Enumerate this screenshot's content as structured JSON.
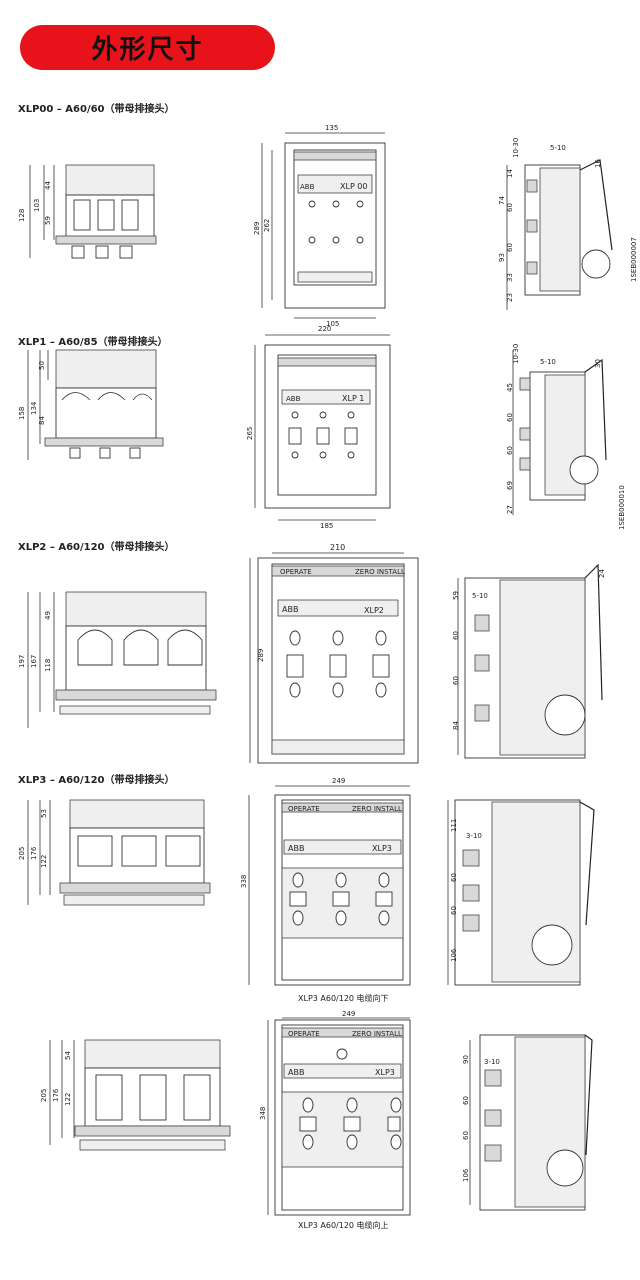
{
  "banner": {
    "title": "外形尺寸"
  },
  "sections": [
    {
      "title": "XLP00 – A60/60（带母排接头）",
      "front_label": "XLP 00",
      "dims": {
        "width_top": "135",
        "width_bottom": "105",
        "h_outer": "289",
        "h_inner": "262",
        "side_total": "128",
        "side_a": "103",
        "side_b": "44",
        "side_c": "59",
        "r_a": "10-30",
        "r_b": "5-10",
        "r_c": "16",
        "r_d": "14",
        "r_e": "74",
        "r_f": "60",
        "r_g": "60",
        "r_h": "93",
        "r_i": "33",
        "r_j": "23"
      },
      "code": "1SEB000007"
    },
    {
      "title": "XLP1 – A60/85（带母排接头）",
      "front_label": "XLP 1",
      "dims": {
        "width_top": "220",
        "width_bottom": "185",
        "h_outer": "265",
        "side_total": "158",
        "side_a": "134",
        "side_b": "50",
        "side_c": "84",
        "r_a": "10-30",
        "r_b": "5-10",
        "r_c": "30",
        "r_d": "45",
        "r_e": "60",
        "r_f": "60",
        "r_g": "69",
        "r_h": "27"
      },
      "code": "1SEB000010"
    },
    {
      "title": "XLP2 – A60/120（带母排接头）",
      "front_label": "XLP2",
      "dims": {
        "width_top": "210",
        "h_outer": "289",
        "side_total": "197",
        "side_a": "167",
        "side_b": "49",
        "side_c": "118",
        "r_a": "24",
        "r_b": "5-10",
        "r_c": "59",
        "r_d": "60",
        "r_e": "60",
        "r_f": "84"
      }
    },
    {
      "title": "XLP3 – A60/120（带母排接头）",
      "front_label": "XLP3",
      "dims": {
        "width_top": "249",
        "h_outer": "338",
        "side_total": "205",
        "side_a": "176",
        "side_b": "53",
        "side_c": "122",
        "r_a": "111",
        "r_b": "3-10",
        "r_c": "60",
        "r_d": "60",
        "r_e": "106"
      },
      "caption": "XLP3 A60/120 电缆向下"
    },
    {
      "title": "",
      "front_label": "XLP3",
      "dims": {
        "width_top": "249",
        "h_outer": "348",
        "side_total": "205",
        "side_a": "176",
        "side_b": "54",
        "side_c": "122",
        "r_a": "90",
        "r_b": "3-10",
        "r_c": "60",
        "r_d": "60",
        "r_e": "106"
      },
      "caption": "XLP3 A60/120 电缆向上"
    }
  ],
  "header_strip": {
    "left": "OPERATE",
    "mid": "ZERO INSTALL"
  }
}
